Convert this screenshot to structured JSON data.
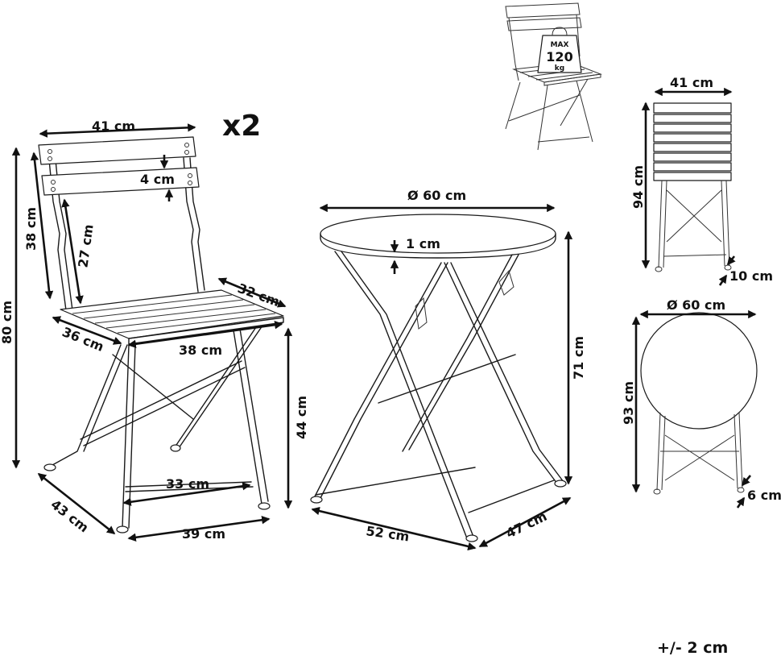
{
  "quantity": "x2",
  "tolerance": "+/- 2 cm",
  "load_badge": {
    "line1": "MAX",
    "line2": "120",
    "line3": "kg"
  },
  "chair": {
    "backrest_width": "41 cm",
    "slat_gap": "4 cm",
    "total_height": "80 cm",
    "backrest_height": "38 cm",
    "backrest_inner": "27 cm",
    "seat_depth_front": "32 cm",
    "seat_side": "36 cm",
    "seat_width": "38 cm",
    "seat_height": "44 cm",
    "leg_span": "33 cm",
    "base_depth": "43 cm",
    "base_width": "39 cm"
  },
  "table": {
    "diameter": "Ø 60 cm",
    "top_thickness": "1 cm",
    "height": "71 cm",
    "base_width": "52 cm",
    "base_depth": "47 cm"
  },
  "folded_chair": {
    "width": "41 cm",
    "height": "94 cm",
    "thickness": "10 cm"
  },
  "folded_table": {
    "diameter": "Ø 60 cm",
    "height": "93 cm",
    "thickness": "6 cm"
  }
}
